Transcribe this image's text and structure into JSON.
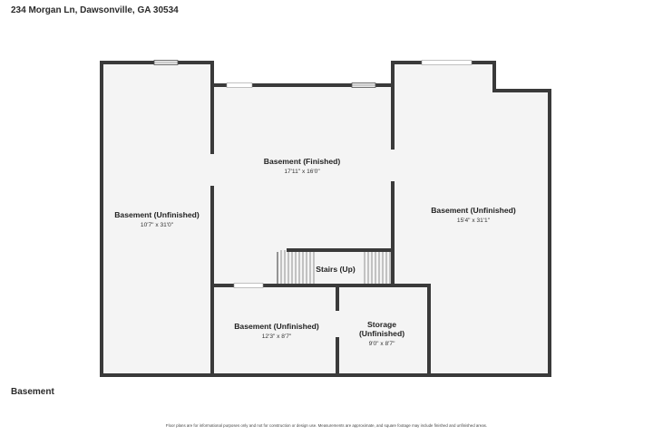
{
  "header": {
    "address": "234 Morgan Ln, Dawsonville, GA 30534"
  },
  "floor": {
    "label": "Basement"
  },
  "rooms": [
    {
      "id": "left",
      "name": "Basement (Unfinished)",
      "dims": "10'7\" x 31'0\""
    },
    {
      "id": "center",
      "name": "Basement (Finished)",
      "dims": "17'11\" x 16'0\""
    },
    {
      "id": "right",
      "name": "Basement (Unfinished)",
      "dims": "15'4\" x 31'1\""
    },
    {
      "id": "stairs",
      "name": "Stairs (Up)"
    },
    {
      "id": "bottom-center",
      "name": "Basement (Unfinished)",
      "dims": "12'3\" x 8'7\""
    },
    {
      "id": "storage",
      "name_line1": "Storage",
      "name_line2": "(Unfinished)",
      "dims": "9'0\" x 8'7\""
    }
  ],
  "footer": {
    "disclaimer": "Floor plans are for informational purposes only and not for construction or design use. Measurements are approximate, and square footage may include finished and unfinished areas."
  },
  "colors": {
    "wall": "#3a3a3a",
    "floor": "#f4f4f4",
    "text": "#222222"
  }
}
